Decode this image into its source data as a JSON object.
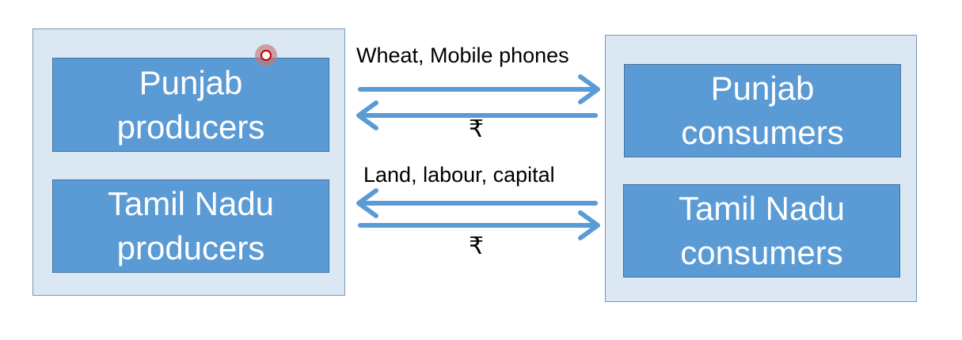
{
  "producers": {
    "punjab": "Punjab\nproducers",
    "tamil_nadu": "Tamil Nadu\nproducers"
  },
  "consumers": {
    "punjab": "Punjab\nconsumers",
    "tamil_nadu": "Tamil Nadu\nconsumers"
  },
  "flows": {
    "goods_label": "Wheat, Mobile phones",
    "goods_payment": "₹",
    "factors_label": "Land, labour, capital",
    "factors_payment": "₹"
  },
  "colors": {
    "panel_fill": "#dbe7f3",
    "box_fill": "#5b9bd5",
    "arrow": "#5b9bd5"
  }
}
